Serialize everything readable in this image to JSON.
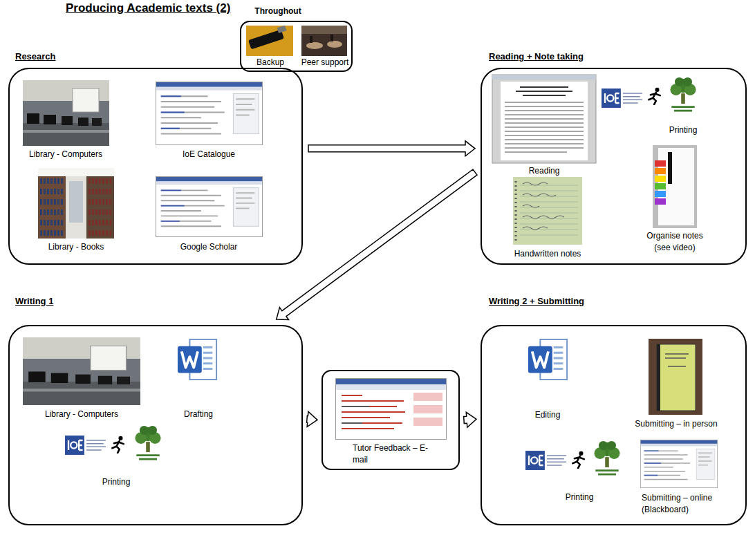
{
  "diagram": {
    "title": "Producing Academic texts (2)",
    "nodes": [
      {
        "text": [
          "Throughout",
          "Backup",
          "Peer support"
        ]
      },
      {
        "text": [
          "Research",
          "Library - Computers",
          "IoE Catalogue",
          "Library - Books",
          "Google Scholar"
        ]
      },
      {
        "text": [
          "Reading + Note taking",
          "Printing",
          "Reading",
          "Organise notes (see video)",
          "Handwritten notes"
        ]
      },
      {
        "text": [
          "Writing 1",
          "Library - Computers",
          "Drafting",
          "Printing"
        ]
      },
      {
        "text": [
          "Tutor Feedback – E-mail"
        ]
      },
      {
        "text": [
          "Writing 2 + Submitting",
          "Editing",
          "Submitting – in person",
          "Printing",
          "Submitting – online (Blackboard)"
        ]
      }
    ],
    "edges": [
      {
        "from": 1,
        "to": 2,
        "arrow": "to"
      },
      {
        "from": 2,
        "to": 3,
        "arrow": "to"
      },
      {
        "from": 3,
        "to": 4,
        "arrow": "to"
      },
      {
        "from": 4,
        "to": 5,
        "arrow": "to"
      }
    ]
  }
}
